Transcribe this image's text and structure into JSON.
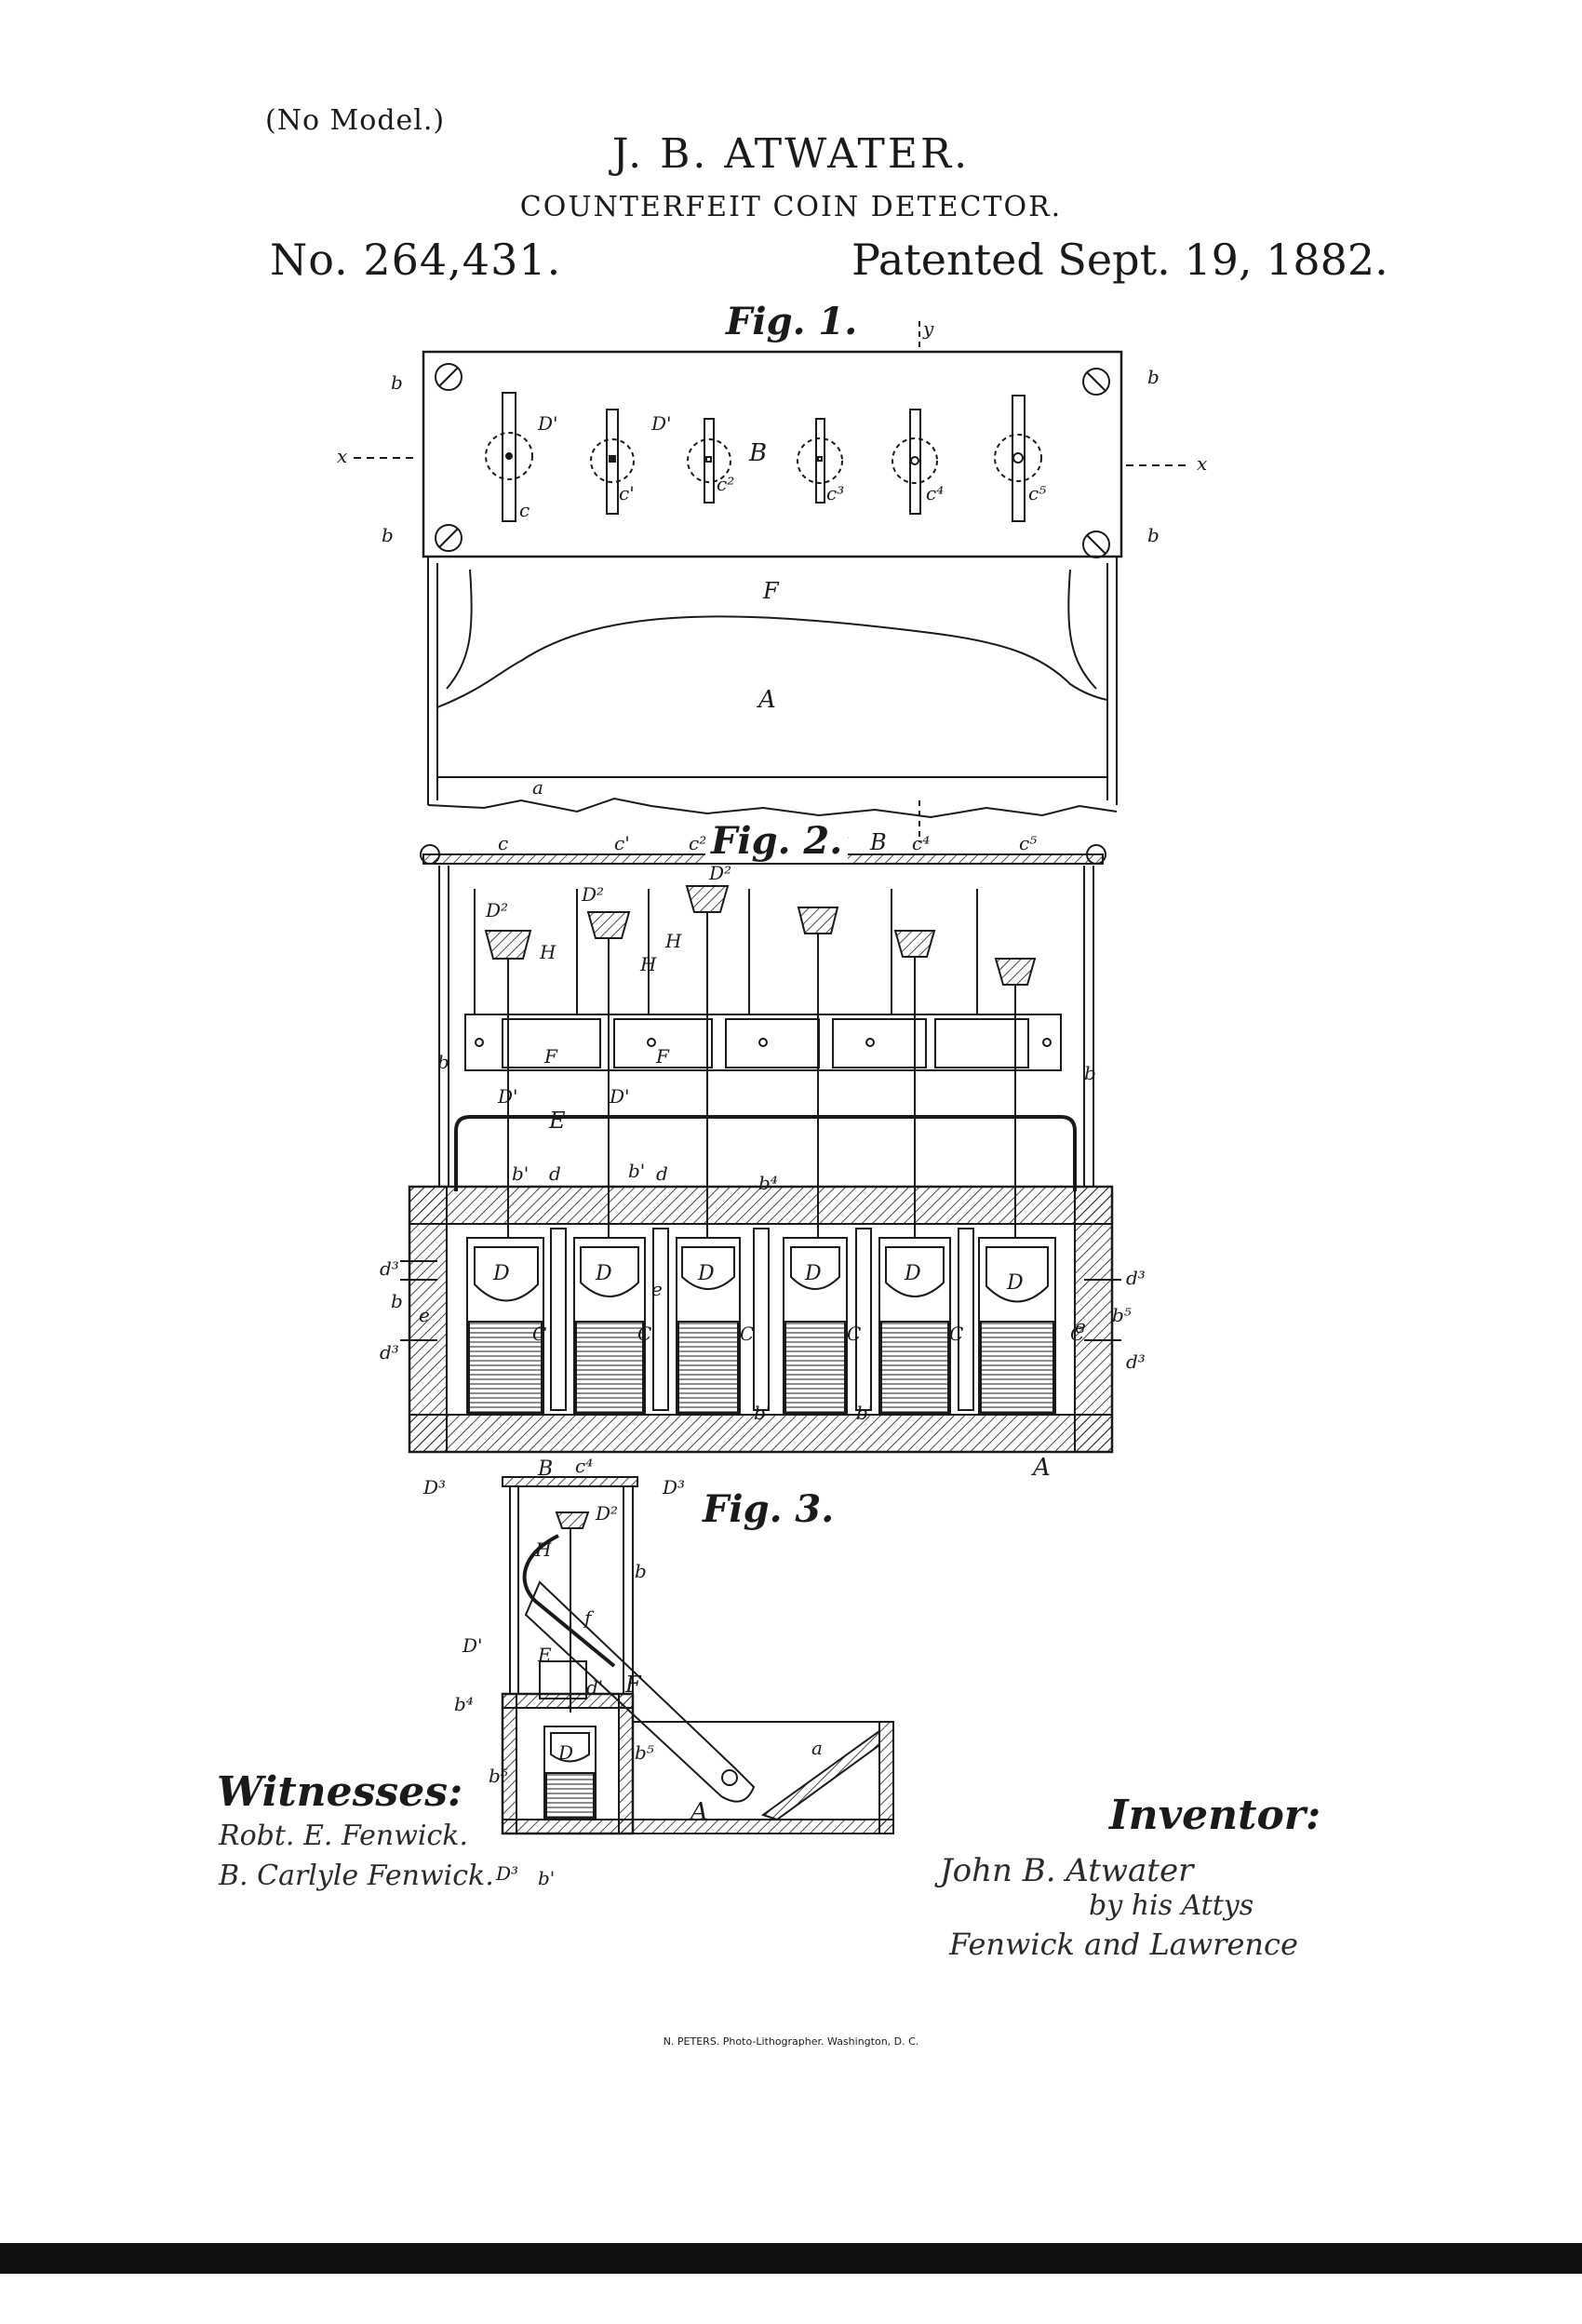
{
  "header": {
    "model_note": "(No Model.)",
    "inventor": "J. B. ATWATER.",
    "title": "COUNTERFEIT COIN DETECTOR.",
    "patent_number": "No. 264,431.",
    "patent_date": "Patented Sept. 19, 1882."
  },
  "figures": {
    "fig1": "Fig. 1.",
    "fig2": "Fig. 2.",
    "fig3": "Fig. 3."
  },
  "signatures": {
    "witnesses_label": "Witnesses:",
    "witness_1": "Robt. E. Fenwick.",
    "witness_2": "B. Carlyle Fenwick.",
    "inventor_label": "Inventor:",
    "inventor_sig": "John B. Atwater",
    "by_line": "by his Attys",
    "attorneys": "Fenwick and Lawrence"
  },
  "footer": {
    "lithographer": "N. PETERS. Photo-Lithographer. Washington, D. C."
  },
  "drawing_labels": {
    "b": "b",
    "x": "x",
    "y": "y",
    "B": "B",
    "A": "A",
    "F": "F",
    "E": "E",
    "H": "H",
    "C": "C",
    "D": "D",
    "a": "a",
    "d": "d",
    "e": "e",
    "D1": "D'",
    "D2": "D²",
    "D3": "D³",
    "c": "c",
    "c1": "c'",
    "c2": "c²",
    "c3": "c³",
    "c4": "c⁴",
    "c5": "c⁵",
    "b1": "b'",
    "b4": "b⁴",
    "b5": "b⁵",
    "d1": "d'",
    "d3": "d³",
    "f": "f"
  }
}
